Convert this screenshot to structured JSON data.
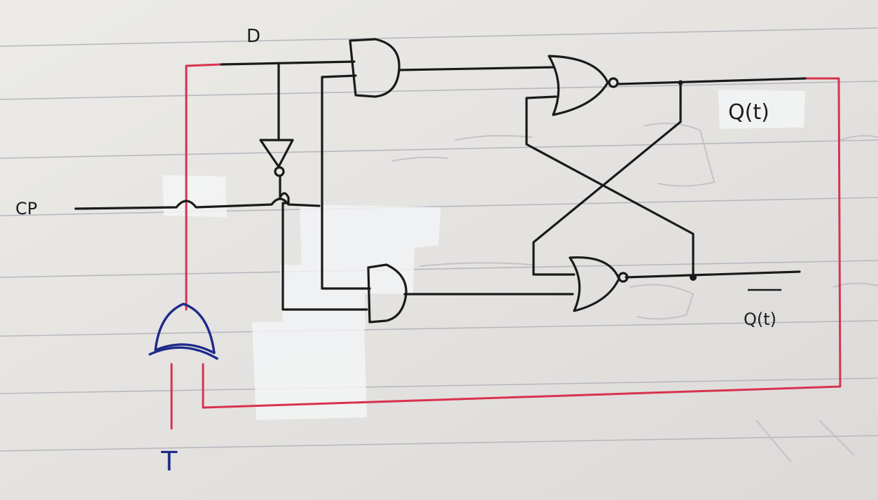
{
  "labels": {
    "d": "D",
    "cp": "CP",
    "t": "T",
    "q": "Q(t)",
    "q_bar": "Q(t)"
  },
  "colors": {
    "paper": "#e9e7e4",
    "rule_line": "#b9b7bf",
    "ink": "#1a1a1a",
    "red_wire": "#d8324f",
    "blue_gate": "#1f2a8a",
    "tape": "#f2f3f5"
  }
}
